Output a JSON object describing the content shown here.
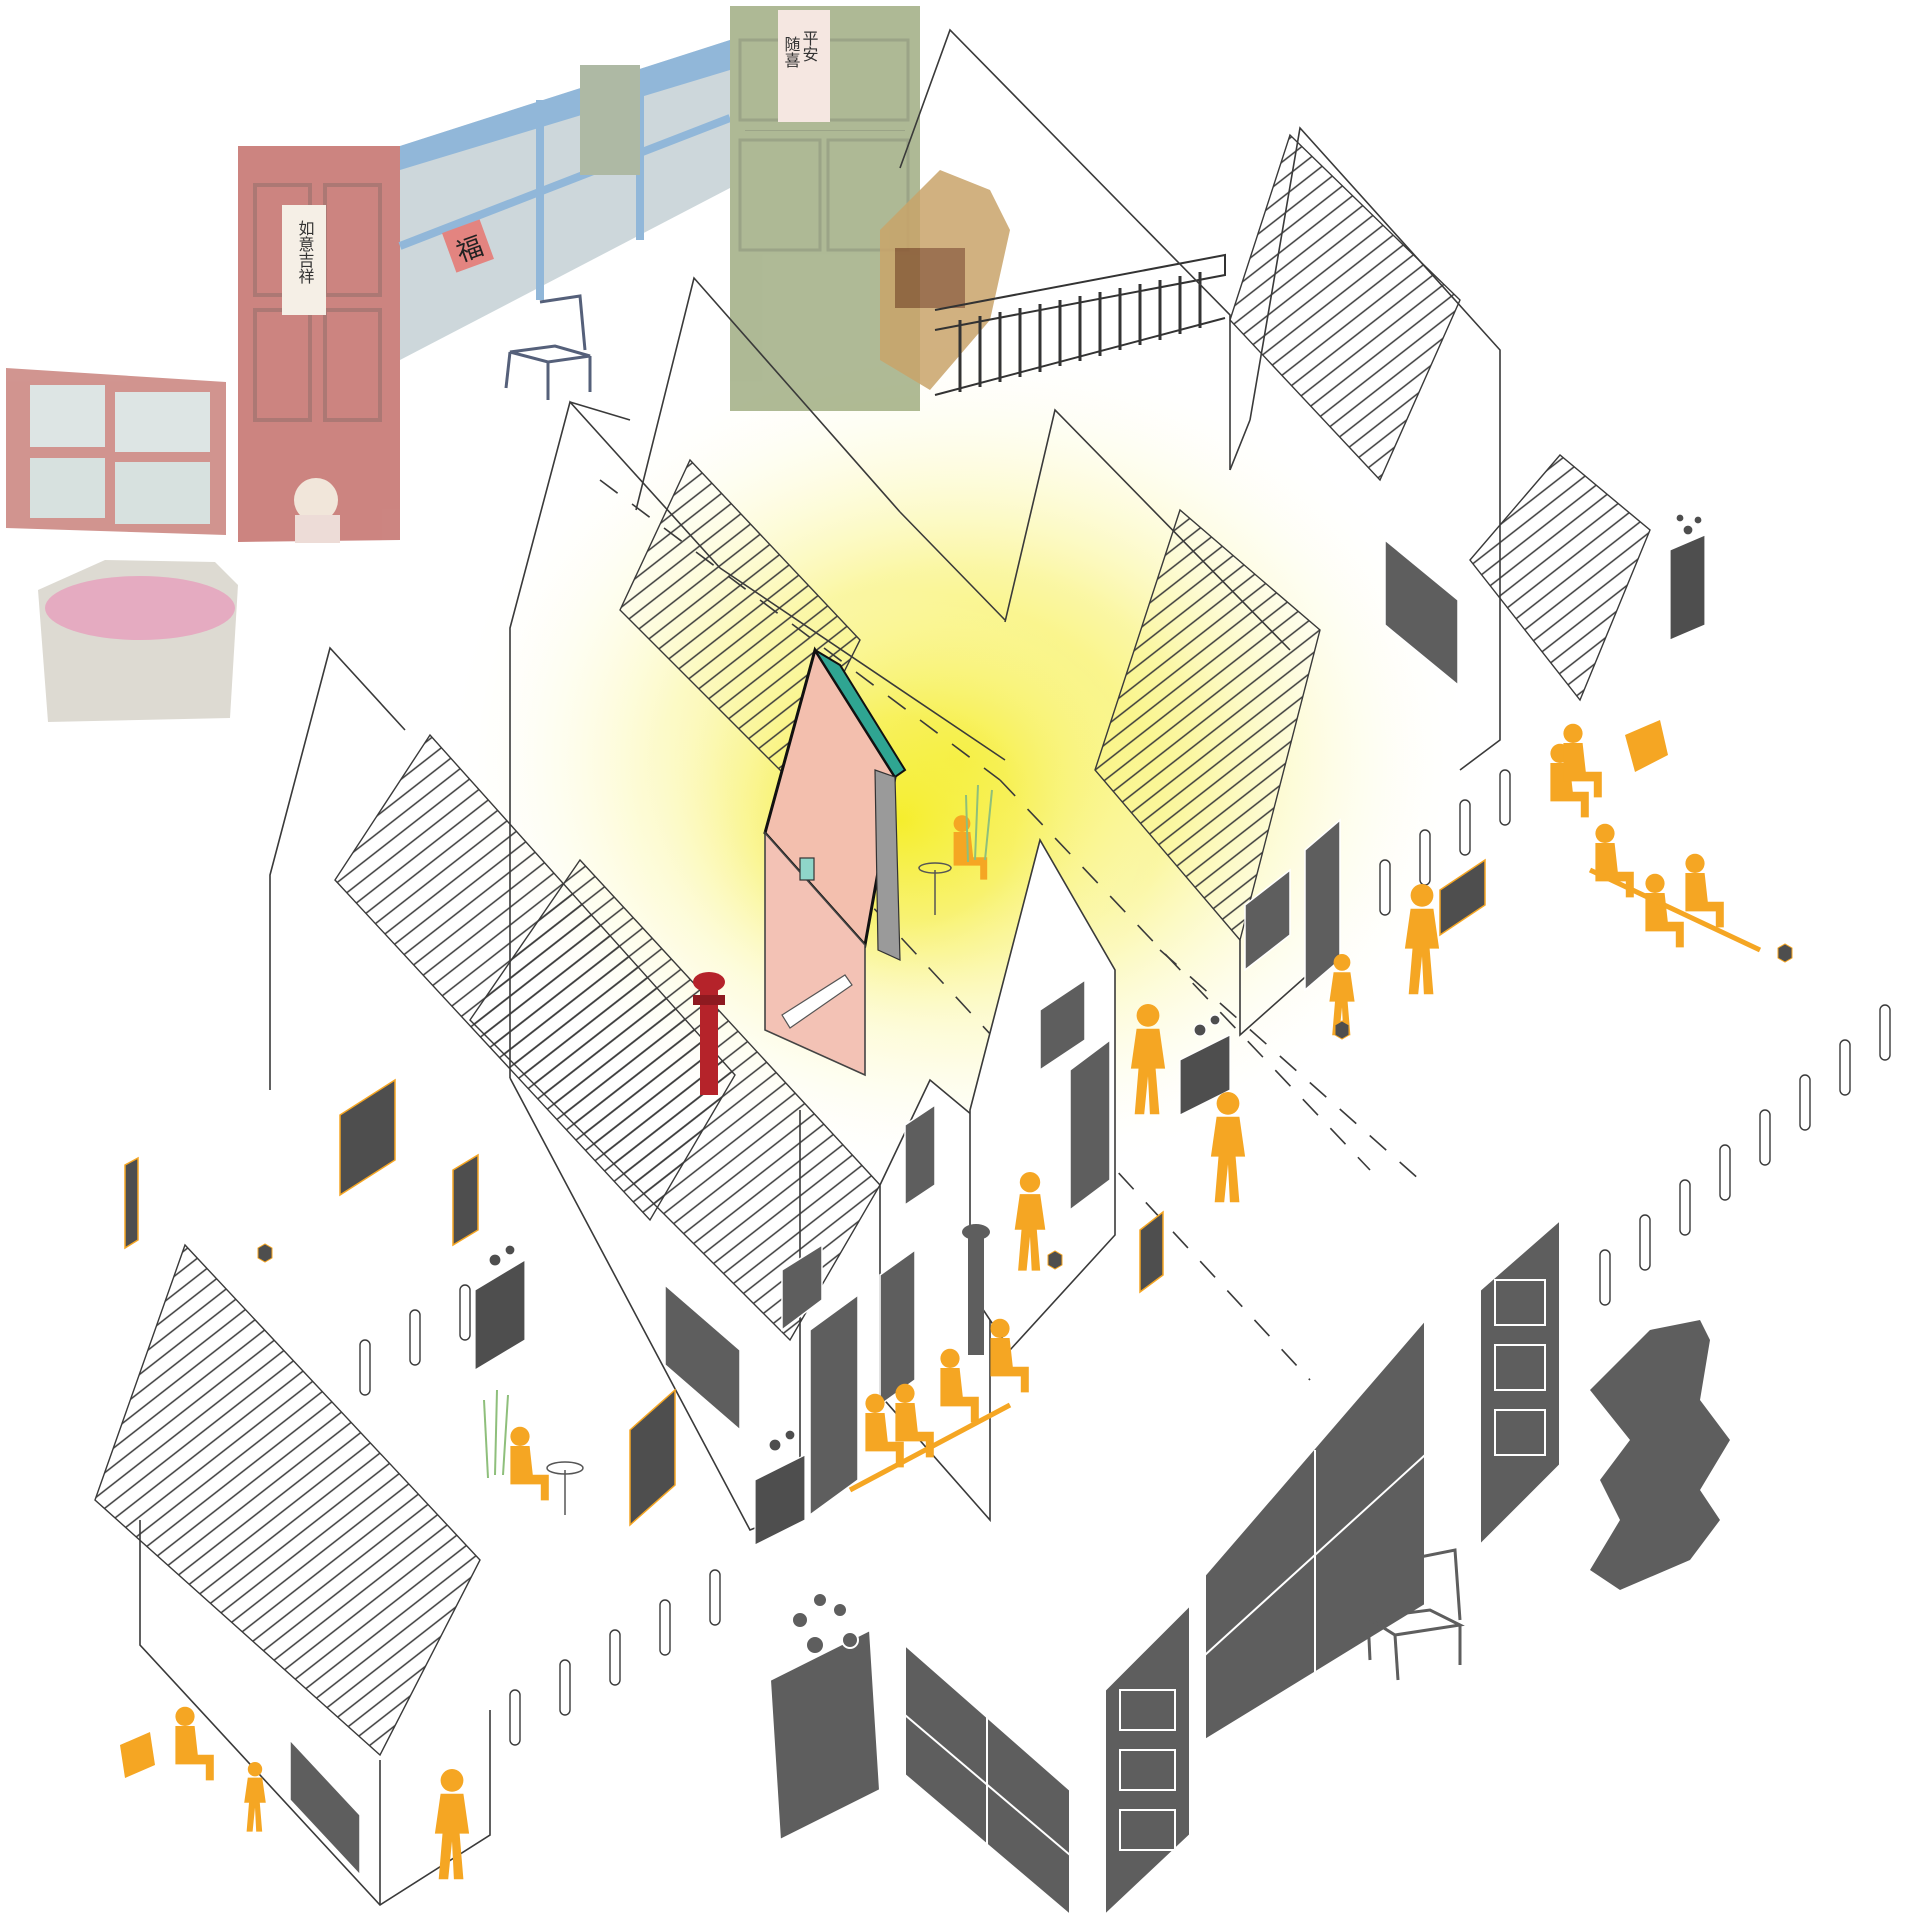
{
  "signs": {
    "red_door_scroll": "如意吉祥",
    "fu_character": "福",
    "green_door_scroll_top": "平安",
    "green_door_scroll_bottom": "随喜"
  },
  "colors": {
    "accent_orange": "#F5A623",
    "dark_gray": "#5E5E5E",
    "glow_yellow": "#F7F03A",
    "highlight_pink": "#F3BFAE",
    "roof_teal": "#2FA592",
    "hydrant_red": "#B5232A",
    "line": "#3A3A3A"
  },
  "icons": [
    "chair-icon",
    "door-icon",
    "window-icon",
    "planter-icon",
    "hydrant-icon",
    "person-icon",
    "table-icon"
  ]
}
